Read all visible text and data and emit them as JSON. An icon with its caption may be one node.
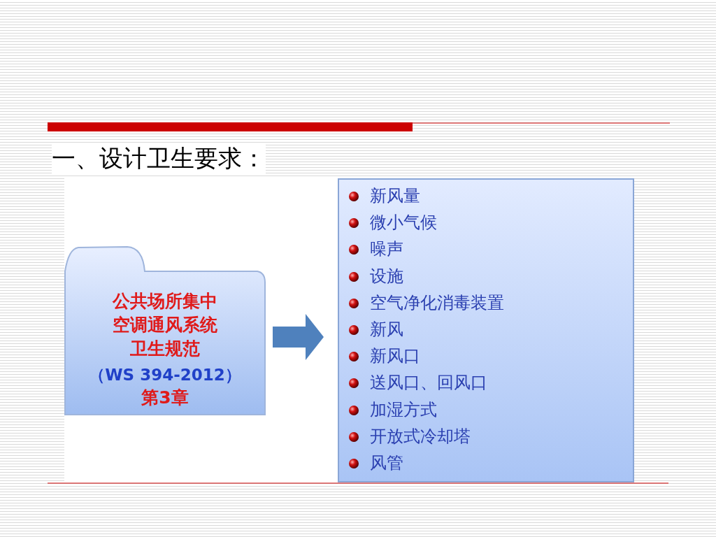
{
  "diagram": {
    "title": "一、设计卫生要求：",
    "nodes": [
      {
        "text": [
          "公共场所集中空调通风系统卫生规范",
          "（WS 394-2012）",
          "第3章"
        ]
      },
      {
        "text": [
          "新风量",
          "微小气候",
          "噪声",
          "设施",
          "空气净化消毒装置",
          "新风",
          "新风口",
          "送风口、回风口",
          "加湿方式",
          "开放式冷却塔",
          "风管"
        ]
      }
    ],
    "edges": [
      {
        "from": 0,
        "to": 1,
        "arrow": "to",
        "color": "#4f81bd"
      }
    ]
  }
}
